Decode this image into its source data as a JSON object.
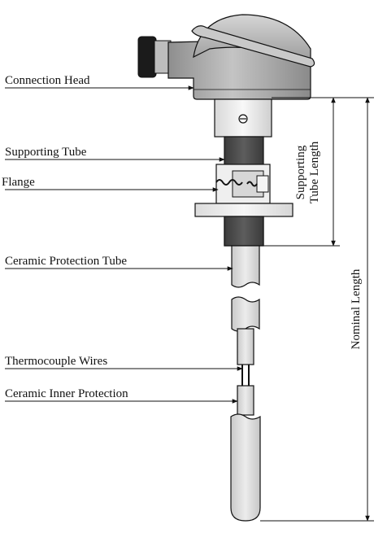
{
  "labels": {
    "connection_head": "Connection Head",
    "supporting_tube": "Supporting Tube",
    "flange": "Flange",
    "ceramic_protection_tube": "Ceramic Protection Tube",
    "thermocouple_wires": "Thermocouple Wires",
    "ceramic_inner_protection": "Ceramic Inner Protection"
  },
  "dimensions": {
    "supporting_tube_length_line1": "Supporting",
    "supporting_tube_length_line2": "Tube Length",
    "nominal_length": "Nominal Length"
  },
  "colors": {
    "outline": "#111111",
    "head_fill": "#a9a9a9",
    "neck_fill": "#ececec",
    "supporting_tube_fill": "#4d4d4d",
    "ceramic_fill": "#dddddd",
    "knob_fill": "#1b1b1b"
  }
}
